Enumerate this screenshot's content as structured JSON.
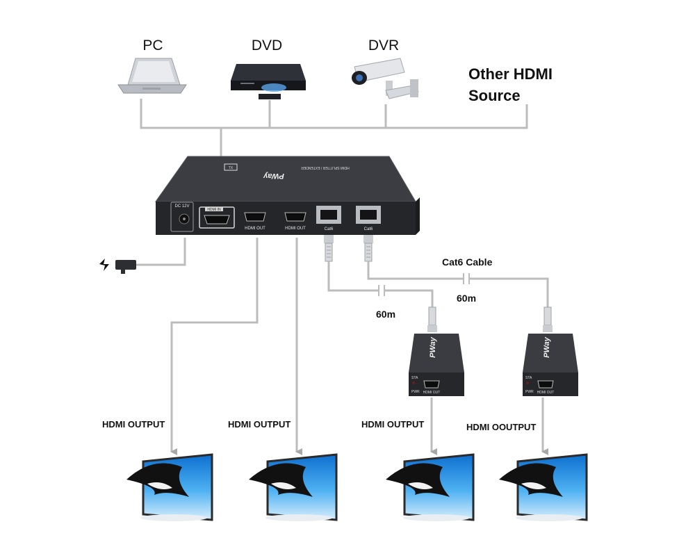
{
  "sources": [
    {
      "label": "PC",
      "icon": "laptop-icon"
    },
    {
      "label": "DVD",
      "icon": "dvd-player-icon"
    },
    {
      "label": "DVR",
      "icon": "security-camera-icon"
    }
  ],
  "other_source": {
    "line1": "Other HDMI",
    "line2": "Source"
  },
  "splitter": {
    "brand": "PWay",
    "title": "HDMI SPLITTER / EXTENDER",
    "tx_badge": "TX",
    "dc_label": "DC 12V",
    "hdmi_in_label": "HDMI IN",
    "hdmi_out_labels": [
      "HDMI OUT",
      "HDMI OUT"
    ],
    "cat_labels": [
      "Cat6",
      "Cat6"
    ]
  },
  "cable": {
    "label": "Cat6 Cable",
    "distances": [
      "60m",
      "60m"
    ]
  },
  "receivers": [
    {
      "brand": "PWay",
      "sta": "STA",
      "pwr": "PWR",
      "port": "HDMI OUT"
    },
    {
      "brand": "PWay",
      "sta": "STA",
      "pwr": "PWR",
      "port": "HDMI OUT"
    }
  ],
  "outputs": [
    "HDMI OUTPUT",
    "HDMI OUTPUT",
    "HDMI OUTPUT",
    "HDMI OOUTPUT"
  ],
  "colors": {
    "wire": "#bcbcbc",
    "device": "#2b2b2b",
    "sky": "#1f8fe0",
    "accent": "#111111"
  }
}
